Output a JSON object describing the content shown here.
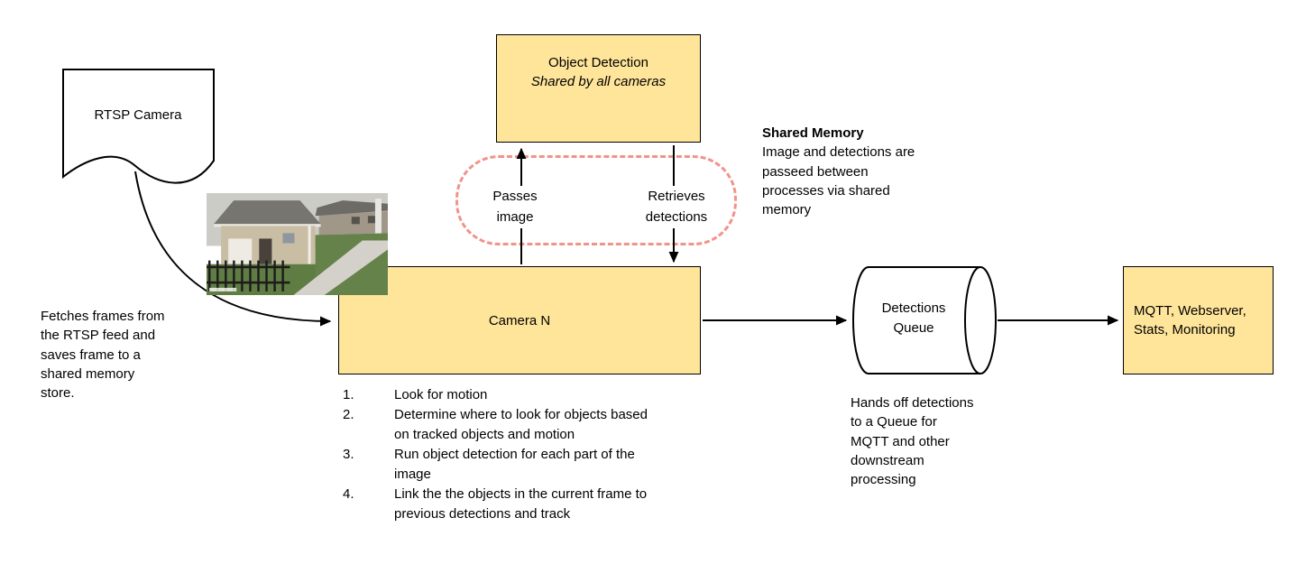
{
  "colors": {
    "box_fill": "#FFE59A",
    "box_border": "#000000",
    "dashed_region": "#F2938A",
    "arrow": "#000000"
  },
  "nodes": {
    "rtsp_camera": "RTSP Camera",
    "object_detection_title": "Object Detection",
    "object_detection_subtitle": "Shared by all cameras",
    "camera_n": "Camera N",
    "detections_queue": "Detections Queue",
    "mqtt": "MQTT, Webserver, Stats, Monitoring"
  },
  "labels": {
    "passes_image": "Passes image",
    "retrieves_detections": "Retrieves detections"
  },
  "notes": {
    "shared_memory_title": "Shared Memory",
    "shared_memory_body": "Image and detections are passeed between processes via shared memory",
    "fetch_note": "Fetches frames from the RTSP feed and saves frame to a shared memory store.",
    "queue_note": "Hands off detections to a Queue for MQTT and other downstream processing"
  },
  "camera_steps": [
    {
      "num": "1.",
      "text": "Look for motion"
    },
    {
      "num": "2.",
      "text": "Determine where to look for objects based on tracked objects and motion"
    },
    {
      "num": "3.",
      "text": "Run object detection for each part of the image"
    },
    {
      "num": "4.",
      "text": "Link the the objects in the current frame to previous detections and track"
    }
  ]
}
